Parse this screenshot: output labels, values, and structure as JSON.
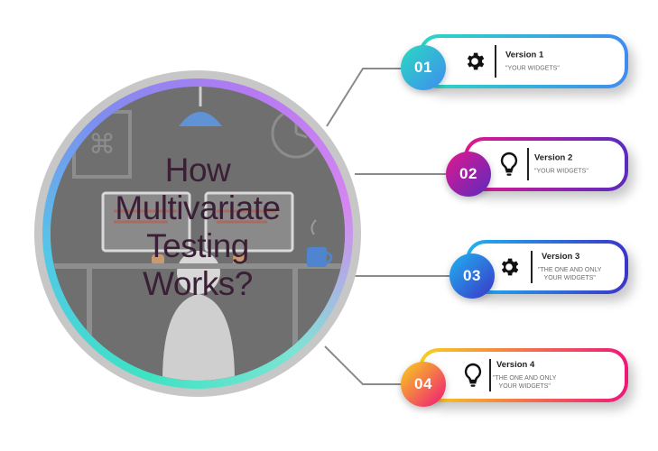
{
  "headline": {
    "line1": "How",
    "line2": "Multivariate",
    "line3": "Testing",
    "line4": "Works?"
  },
  "items": [
    {
      "number": "01",
      "title": "Version 1",
      "subtitle_line1": "\"YOUR WIDGETS\"",
      "subtitle_line2": "",
      "icon": "gear-icon",
      "colors": [
        "#2bd9c2",
        "#3f8cf0"
      ]
    },
    {
      "number": "02",
      "title": "Version 2",
      "subtitle_line1": "\"YOUR WIDGETS\"",
      "subtitle_line2": "",
      "icon": "lightbulb-icon",
      "colors": [
        "#e0178e",
        "#5b2bbf"
      ]
    },
    {
      "number": "03",
      "title": "Version 3",
      "subtitle_line1": "\"THE ONE AND ONLY",
      "subtitle_line2": "YOUR WIDGETS\"",
      "icon": "gear-icon",
      "colors": [
        "#1fb3f0",
        "#3b35c8"
      ]
    },
    {
      "number": "04",
      "title": "Version 4",
      "subtitle_line1": "\"THE ONE AND ONLY",
      "subtitle_line2": "YOUR WIDGETS\"",
      "icon": "lightbulb-icon",
      "colors": [
        "#f7d21c",
        "#f0167a"
      ]
    }
  ]
}
